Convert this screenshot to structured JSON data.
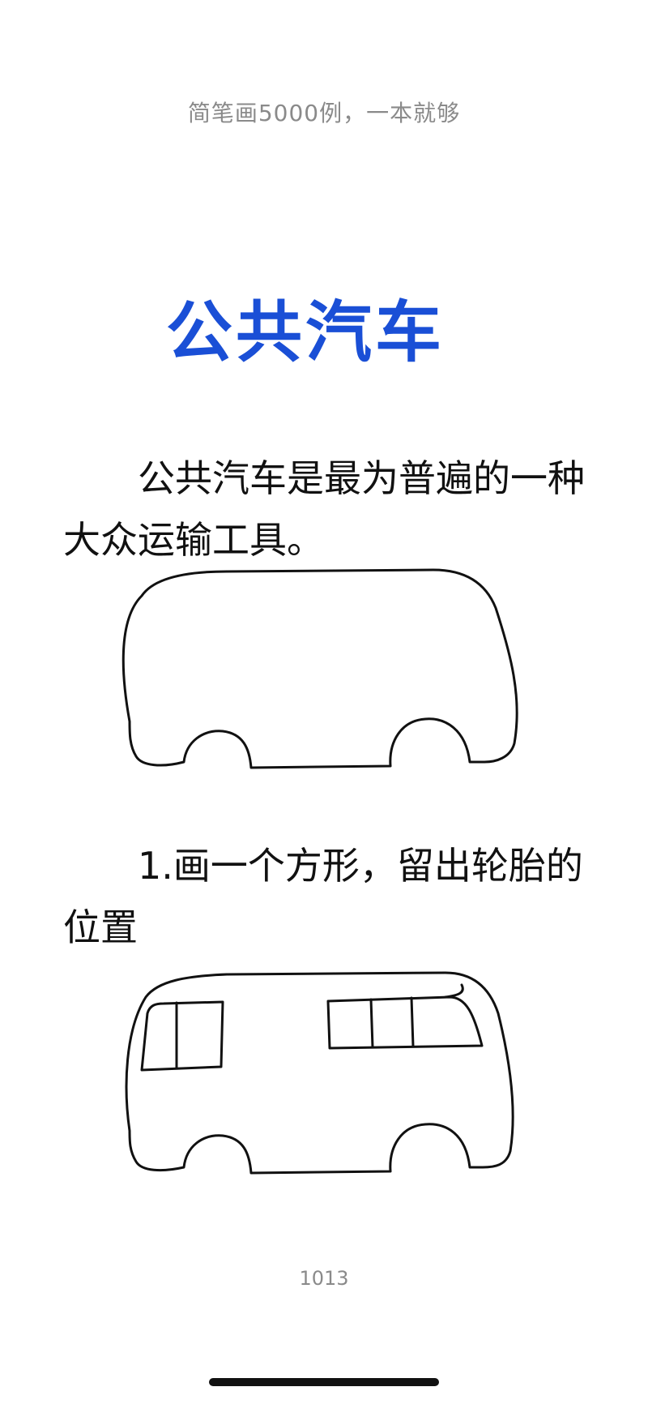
{
  "header": {
    "book_title": "简笔画5000例，一本就够"
  },
  "chapter": {
    "title": "公共汽车",
    "title_color": "#1a4fd6"
  },
  "content": {
    "intro": "公共汽车是最为普遍的一种大众运输工具。",
    "step1": "1.画一个方形，留出轮胎的位置"
  },
  "illustrations": [
    {
      "icon": "bus-outline-illustration"
    },
    {
      "icon": "bus-with-windows-illustration"
    }
  ],
  "footer": {
    "page_number": "1013"
  }
}
